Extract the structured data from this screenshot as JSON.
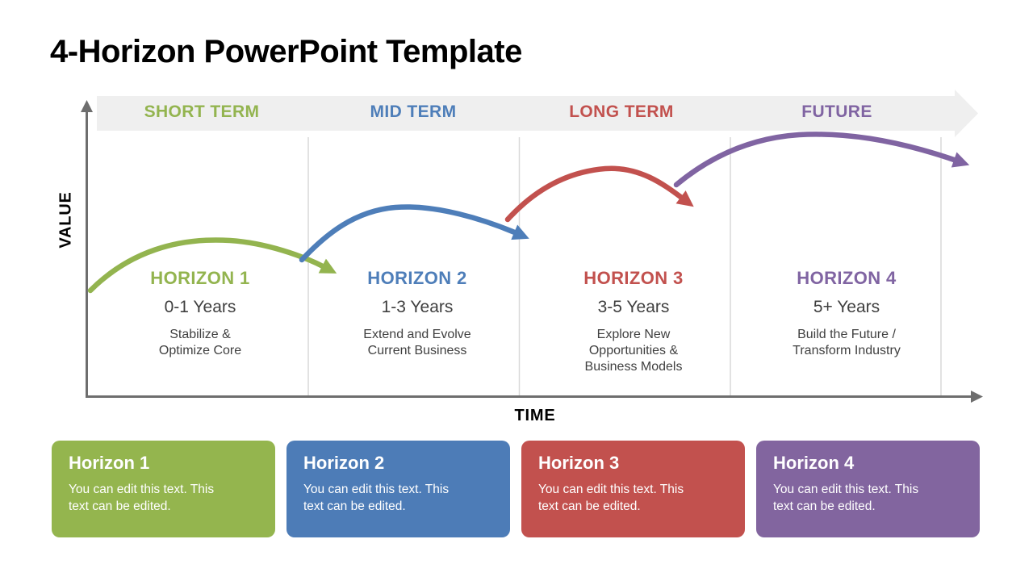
{
  "title": "4-Horizon PowerPoint Template",
  "palette": {
    "banner": "#efefef",
    "axis": "#6e6e6e",
    "divider": "#d9d9d9",
    "text_dark": "#3f3f3f"
  },
  "axes": {
    "y_label": "VALUE",
    "x_label": "TIME"
  },
  "phases": [
    {
      "label": "SHORT TERM",
      "color": "#93b44f"
    },
    {
      "label": "MID TERM",
      "color": "#4e7eb9"
    },
    {
      "label": "LONG TERM",
      "color": "#c2514e"
    },
    {
      "label": "FUTURE",
      "color": "#8064a2"
    }
  ],
  "horizons": [
    {
      "name": "HORIZON 1",
      "years": "0-1 Years",
      "desc": "Stabilize &\nOptimize Core",
      "color": "#93b44f"
    },
    {
      "name": "HORIZON 2",
      "years": "1-3 Years",
      "desc": "Extend and Evolve\nCurrent Business",
      "color": "#4e7eb9"
    },
    {
      "name": "HORIZON 3",
      "years": "3-5 Years",
      "desc": "Explore New\nOpportunities &\nBusiness Models",
      "color": "#c2514e"
    },
    {
      "name": "HORIZON 4",
      "years": "5+ Years",
      "desc": "Build the Future /\nTransform Industry",
      "color": "#8064a2"
    }
  ],
  "cards": [
    {
      "title": "Horizon 1",
      "body": "You can edit this text. This\ntext can be edited.",
      "color": "#94b54e"
    },
    {
      "title": "Horizon 2",
      "body": "You can edit this text. This\ntext can be edited.",
      "color": "#4d7cb7"
    },
    {
      "title": "Horizon 3",
      "body": "You can edit this text. This\ntext can be edited.",
      "color": "#c2514e"
    },
    {
      "title": "Horizon 4",
      "body": "You can edit this text. This\ntext can be edited.",
      "color": "#82659f"
    }
  ]
}
